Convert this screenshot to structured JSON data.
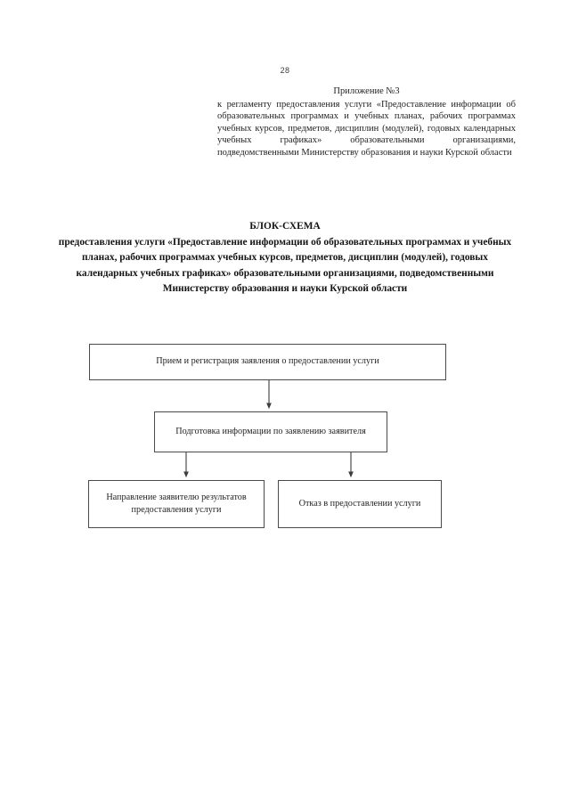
{
  "document": {
    "page_number": "28",
    "language": "ru"
  },
  "header": {
    "appendix_title": "Приложение №3",
    "appendix_body": "к регламенту предоставления услуги «Предоставление информации об образовательных программах и учебных планах, рабочих программах учебных курсов, предметов, дисциплин (модулей), годовых календарных учебных графиках» образовательными организациями, подведомственными Министерству образования и науки Курской области"
  },
  "title": {
    "main": "БЛОК-СХЕМА",
    "subtitle": "предоставления услуги «Предоставление информации об образовательных программах и учебных планах, рабочих программах учебных курсов, предметов, дисциплин (модулей), годовых календарных учебных графиках» образовательными организациями, подведомственными Министерству образования и науки Курской области"
  },
  "flowchart": {
    "type": "flowchart",
    "orientation": "top-down",
    "nodes": [
      {
        "id": "intake",
        "label": "Прием и регистрация заявления о предоставлении услуги",
        "level": 1
      },
      {
        "id": "prepare",
        "label": "Подготовка информации по заявлению заявителя",
        "level": 2
      },
      {
        "id": "send-result",
        "label": "Направление заявителю результатов предоставления услуги",
        "level": 3
      },
      {
        "id": "refusal",
        "label": "Отказ в предоставлении услуги",
        "level": 3
      }
    ],
    "edges": [
      {
        "from": "intake",
        "to": "prepare",
        "style": "arrow"
      },
      {
        "from": "prepare",
        "to": "send-result",
        "style": "arrow"
      },
      {
        "from": "prepare",
        "to": "refusal",
        "style": "arrow"
      }
    ],
    "colors": {
      "border": "#4a4a4a",
      "fill": "#ffffff",
      "text": "#1f1f1f",
      "connector": "#4a4a4a"
    }
  }
}
